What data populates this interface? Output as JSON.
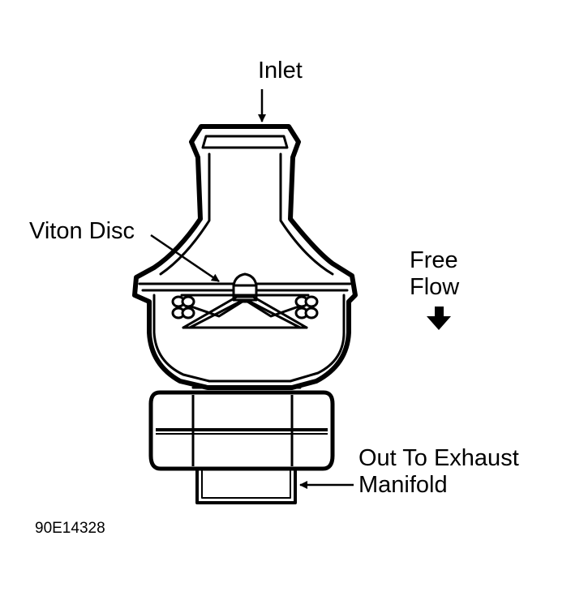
{
  "labels": {
    "inlet": "Inlet",
    "viton_disc": "Viton Disc",
    "free_flow_line1": "Free",
    "free_flow_line2": "Flow",
    "outlet_line1": "Out To Exhaust",
    "outlet_line2": "Manifold"
  },
  "figure_id": "90E14328",
  "colors": {
    "ink": "#000000",
    "paper": "#ffffff"
  }
}
